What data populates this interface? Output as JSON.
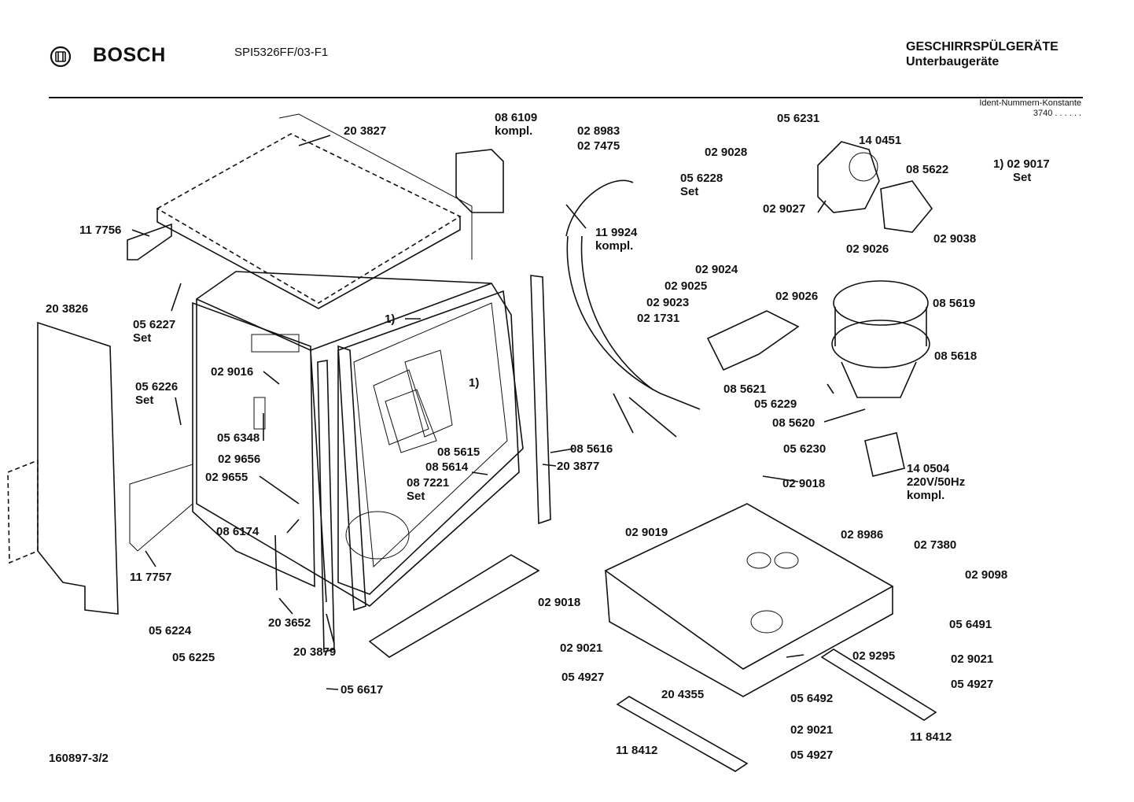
{
  "header": {
    "brand": "BOSCH",
    "model": "SPI5326FF/03-F1",
    "category_line1": "GESCHIRRSPÜLGERÄTE",
    "category_line2": "Unterbaugeräte",
    "ident_line1": "Ident-Nummern-Konstante",
    "ident_line2": "3740  . .  . . . ."
  },
  "footer": {
    "drawing_number": "160897-3/2"
  },
  "labels": [
    "20 3827",
    "11 7756",
    "05 6227\nSet",
    "20 3826",
    "05 6226\nSet",
    "02 9016",
    "05 6348",
    "02 9656",
    "02 9655",
    "08 6174",
    "11 7757",
    "05 6224",
    "05 6225",
    "20 3652",
    "20 3879",
    "05 6617",
    "1)",
    "1)",
    "08 5615",
    "08 5614",
    "08 7221\nSet",
    "08 5616",
    "20 3877",
    "08 6109\nkompl.",
    "02 8983",
    "02 7475",
    "11 9924\nkompl.",
    "05 6228\nSet",
    "05 6231",
    "14 0451",
    "02 9028",
    "02 9027",
    "08 5622",
    "02 9026",
    "02 9038",
    "1) 02 9017\n      Set",
    "02 9024",
    "02 9025",
    "02 9023",
    "02 1731",
    "02 9026",
    "08 5619",
    "08 5618",
    "08 5621",
    "05 6229",
    "08 5620",
    "05 6230",
    "14 0504\n220V/50Hz\nkompl.",
    "02 9018",
    "02 9019",
    "02 8986",
    "02 7380",
    "02 9098",
    "02 9018",
    "05 6491",
    "02 9021",
    "05 4927",
    "20 4355",
    "02 9295",
    "02 9021",
    "05 4927",
    "05 6492",
    "02 9021",
    "05 4927",
    "11 8412",
    "11 8412"
  ]
}
